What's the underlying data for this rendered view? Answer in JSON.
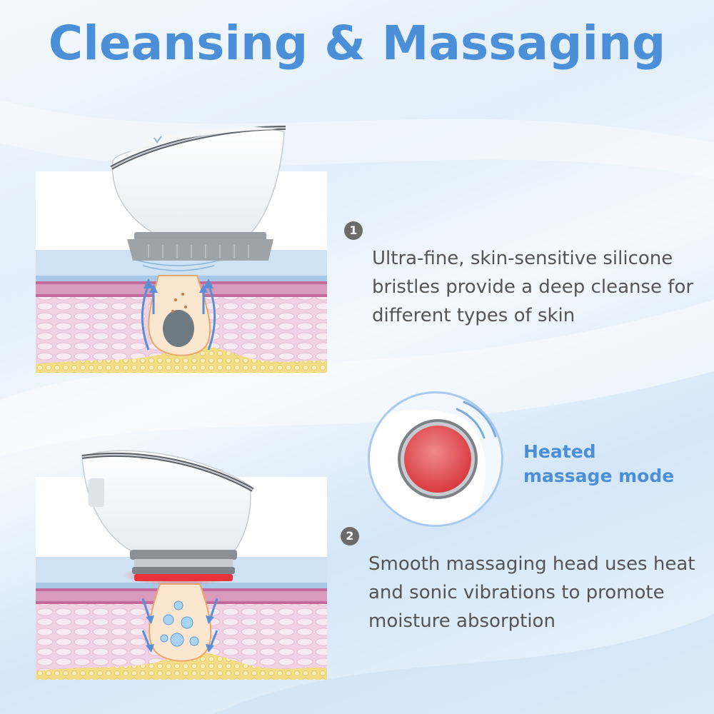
{
  "title": "Cleansing & Massaging",
  "steps": [
    {
      "number": "1",
      "description": "Ultra-fine, skin-sensitive silicone bristles provide a deep cleanse for different types of skin"
    },
    {
      "number": "2",
      "description": "Smooth massaging head uses heat and sonic vibrations to promote moisture absorption"
    }
  ],
  "callout": {
    "line1": "Heated",
    "line2": "massage mode"
  },
  "icons": [
    "cleansing-brush-device",
    "massage-head-device",
    "pore-arrows-icon",
    "vibration-waves-icon"
  ],
  "colors": {
    "accent": "#4b8fd8",
    "text": "#555555",
    "step_badge": "#6b6b6b",
    "heat_red": "#e8333a",
    "skin_pink": "#e9b8cf",
    "fat_yellow": "#f1d878"
  }
}
